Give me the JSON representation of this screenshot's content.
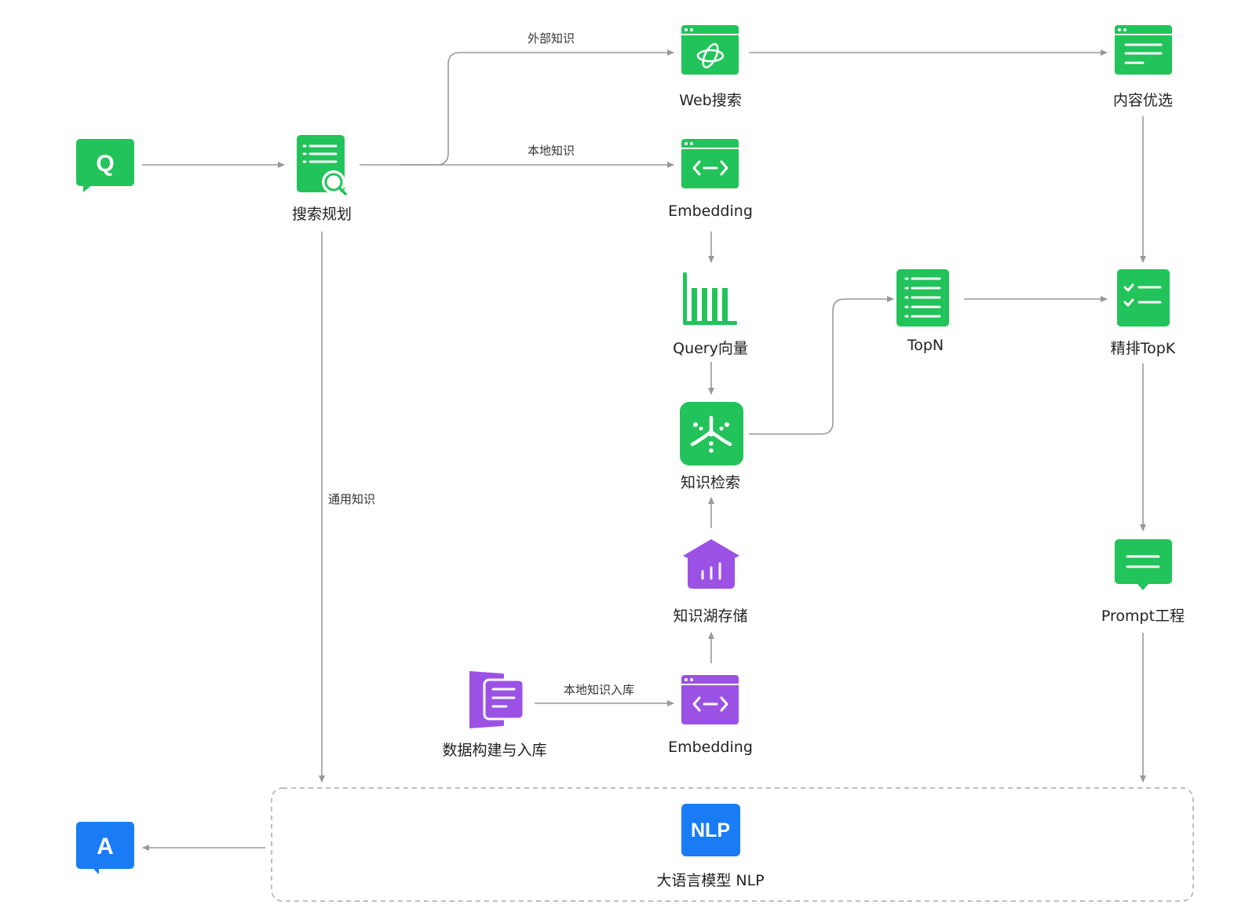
{
  "diagram": {
    "colors": {
      "green": "#22c35a",
      "purple": "#9b52e4",
      "blue": "#1a7cf5",
      "edge": "#999999"
    },
    "nodes": {
      "q": {
        "label": "",
        "glyph": "Q",
        "icon": "chat-bubble-q-icon"
      },
      "search_plan": {
        "label": "搜索规划",
        "icon": "document-search-icon"
      },
      "web_search": {
        "label": "Web搜索",
        "icon": "browser-orbit-icon"
      },
      "embedding_top": {
        "label": "Embedding",
        "icon": "browser-code-icon"
      },
      "content_select": {
        "label": "内容优选",
        "icon": "browser-text-icon"
      },
      "query_vector": {
        "label": "Query向量",
        "icon": "bar-chart-icon"
      },
      "topn": {
        "label": "TopN",
        "icon": "list-icon"
      },
      "rerank_topk": {
        "label": "精排TopK",
        "icon": "checklist-icon"
      },
      "knowledge_retrieval": {
        "label": "知识检索",
        "icon": "network-icon"
      },
      "knowledge_lake": {
        "label": "知识湖存储",
        "icon": "warehouse-icon"
      },
      "prompt_eng": {
        "label": "Prompt工程",
        "icon": "message-lines-icon"
      },
      "data_build": {
        "label": "数据构建与入库",
        "icon": "document-stack-icon"
      },
      "embedding_bottom": {
        "label": "Embedding",
        "icon": "browser-code-icon"
      },
      "nlp": {
        "label": "大语言模型 NLP",
        "glyph": "NLP",
        "icon": "nlp-icon"
      },
      "a": {
        "label": "",
        "glyph": "A",
        "icon": "chat-bubble-a-icon"
      }
    },
    "edges": [
      {
        "from": "q",
        "to": "search_plan",
        "label": ""
      },
      {
        "from": "search_plan",
        "to": "web_search",
        "label": "外部知识"
      },
      {
        "from": "search_plan",
        "to": "embedding_top",
        "label": "本地知识"
      },
      {
        "from": "search_plan",
        "to": "nlp",
        "label": "通用知识"
      },
      {
        "from": "web_search",
        "to": "content_select",
        "label": ""
      },
      {
        "from": "content_select",
        "to": "rerank_topk",
        "label": ""
      },
      {
        "from": "embedding_top",
        "to": "query_vector",
        "label": ""
      },
      {
        "from": "query_vector",
        "to": "knowledge_retrieval",
        "label": ""
      },
      {
        "from": "knowledge_retrieval",
        "to": "topn",
        "label": ""
      },
      {
        "from": "topn",
        "to": "rerank_topk",
        "label": ""
      },
      {
        "from": "rerank_topk",
        "to": "prompt_eng",
        "label": ""
      },
      {
        "from": "prompt_eng",
        "to": "nlp",
        "label": ""
      },
      {
        "from": "knowledge_lake",
        "to": "knowledge_retrieval",
        "label": ""
      },
      {
        "from": "embedding_bottom",
        "to": "knowledge_lake",
        "label": ""
      },
      {
        "from": "data_build",
        "to": "embedding_bottom",
        "label": "本地知识入库"
      },
      {
        "from": "nlp",
        "to": "a",
        "label": ""
      }
    ]
  }
}
